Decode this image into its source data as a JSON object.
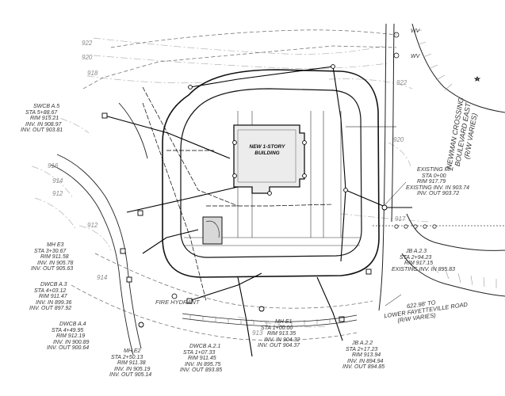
{
  "building": {
    "lines": [
      "NEW 1-STORY",
      "BUILDING"
    ]
  },
  "road": {
    "lines": [
      "NEWMAN CROSSING",
      "BOULEVARD EAST",
      "(R/W VARIES)"
    ]
  },
  "distance_note": {
    "lines": [
      "622.98' TO",
      "LOWER FAYETTEVILLE ROAD",
      "(R/W VARIES)"
    ]
  },
  "fire_hydrant": "FIRE HYDRANT",
  "wv_labels": [
    "WV",
    "WV"
  ],
  "contours": [
    "922",
    "920",
    "918",
    "922",
    "920",
    "916",
    "914",
    "912",
    "912",
    "917",
    "914",
    "913"
  ],
  "structures": [
    {
      "lines": [
        "SWCB A.5",
        "STA 5+88.67",
        "RIM 915.21",
        "INV. IN 908.97",
        "INV. OUT 903.81"
      ]
    },
    {
      "lines": [
        "MH E3",
        "STA 3+30.67",
        "RIM 911.58",
        "INV. IN 905.78",
        "INV. OUT 905.63"
      ]
    },
    {
      "lines": [
        "DWCB A.3",
        "STA 4+03.12",
        "RIM 911.47",
        "INV. IN 899.36",
        "INV. OUT 897.92"
      ]
    },
    {
      "lines": [
        "DWCB A.4",
        "STA 4+49.95",
        "RIM 912.19",
        "INV. IN 900.89",
        "INV. OUT 900.64"
      ]
    },
    {
      "lines": [
        "MH E2",
        "STA 2+50.13",
        "RIM 911.38",
        "INV. IN 905.19",
        "INV. OUT 905.14"
      ]
    },
    {
      "lines": [
        "DWCB A.2.1",
        "STA 1+07.33",
        "RIM 911.45",
        "INV. IN 895.75",
        "INV. OUT 893.85"
      ]
    },
    {
      "lines": [
        "MH E1",
        "STA 1+00.00",
        "RIM 913.35",
        "INV. IN 904.32",
        "INV. OUT 904.37"
      ]
    },
    {
      "lines": [
        "JB A.2.2",
        "STA 2+17.23",
        "RIM 913.94",
        "INV. IN 894.94",
        "INV. OUT 894.85"
      ]
    },
    {
      "lines": [
        "JB A.2.3",
        "STA 2+94.23",
        "RIM 917.15",
        "EXISTING INV. IN 895.83"
      ]
    },
    {
      "lines": [
        "EXISTING MH",
        "STA 0+00",
        "RIM 917.79",
        "EXISTING INV. IN 903.74",
        "INV. OUT 903.72"
      ]
    }
  ]
}
